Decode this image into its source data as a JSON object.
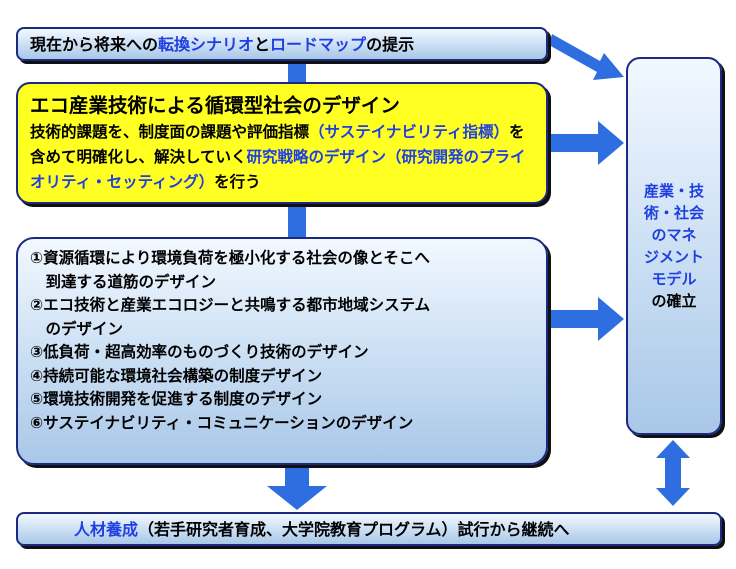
{
  "colors": {
    "box_border": "#1a2a80",
    "highlight_text": "#1f3fe0",
    "yellow_fill": "#ffff22",
    "blue_fill": "#c9def3",
    "arrow": "#2f6ee0"
  },
  "top_box": {
    "p1": "現在から将来への",
    "p2": "転換シナリオ",
    "p3": "と",
    "p4": "ロードマップ",
    "p5": "の提示"
  },
  "yellow_box": {
    "title": "エコ産業技術による循環型社会のデザイン",
    "b1": "技術的課題を、制度面の課題や評価指標",
    "b2": "（サステイナビリティ指標）",
    "b3": "を含めて明確化し、解決していく",
    "b4": "研究戦略のデザイン（研究開発のプライオリティ・セッティング）",
    "b5": "を行う"
  },
  "list_box": {
    "items": [
      "①資源循環により環境負荷を極小化する社会の像とそこへ",
      "　到達する道筋のデザイン",
      "②エコ技術と産業エコロジーと共鳴する都市地域システム",
      "　のデザイン",
      "③低負荷・超高効率のものづくり技術のデザイン",
      "④持続可能な環境社会構築の制度デザイン",
      "⑤環境技術開発を促進する制度のデザイン",
      "⑥サステイナビリティ・コミュニケーションのデザイン"
    ]
  },
  "right_box": {
    "lines": [
      "産業・技",
      "術・社会",
      "のマネ",
      "ジメント",
      "モデル"
    ],
    "last": "の確立"
  },
  "bottom_box": {
    "p1": "人材養成",
    "p2": "（若手研究者育成、大学院教育プログラム）試行から継続へ"
  }
}
